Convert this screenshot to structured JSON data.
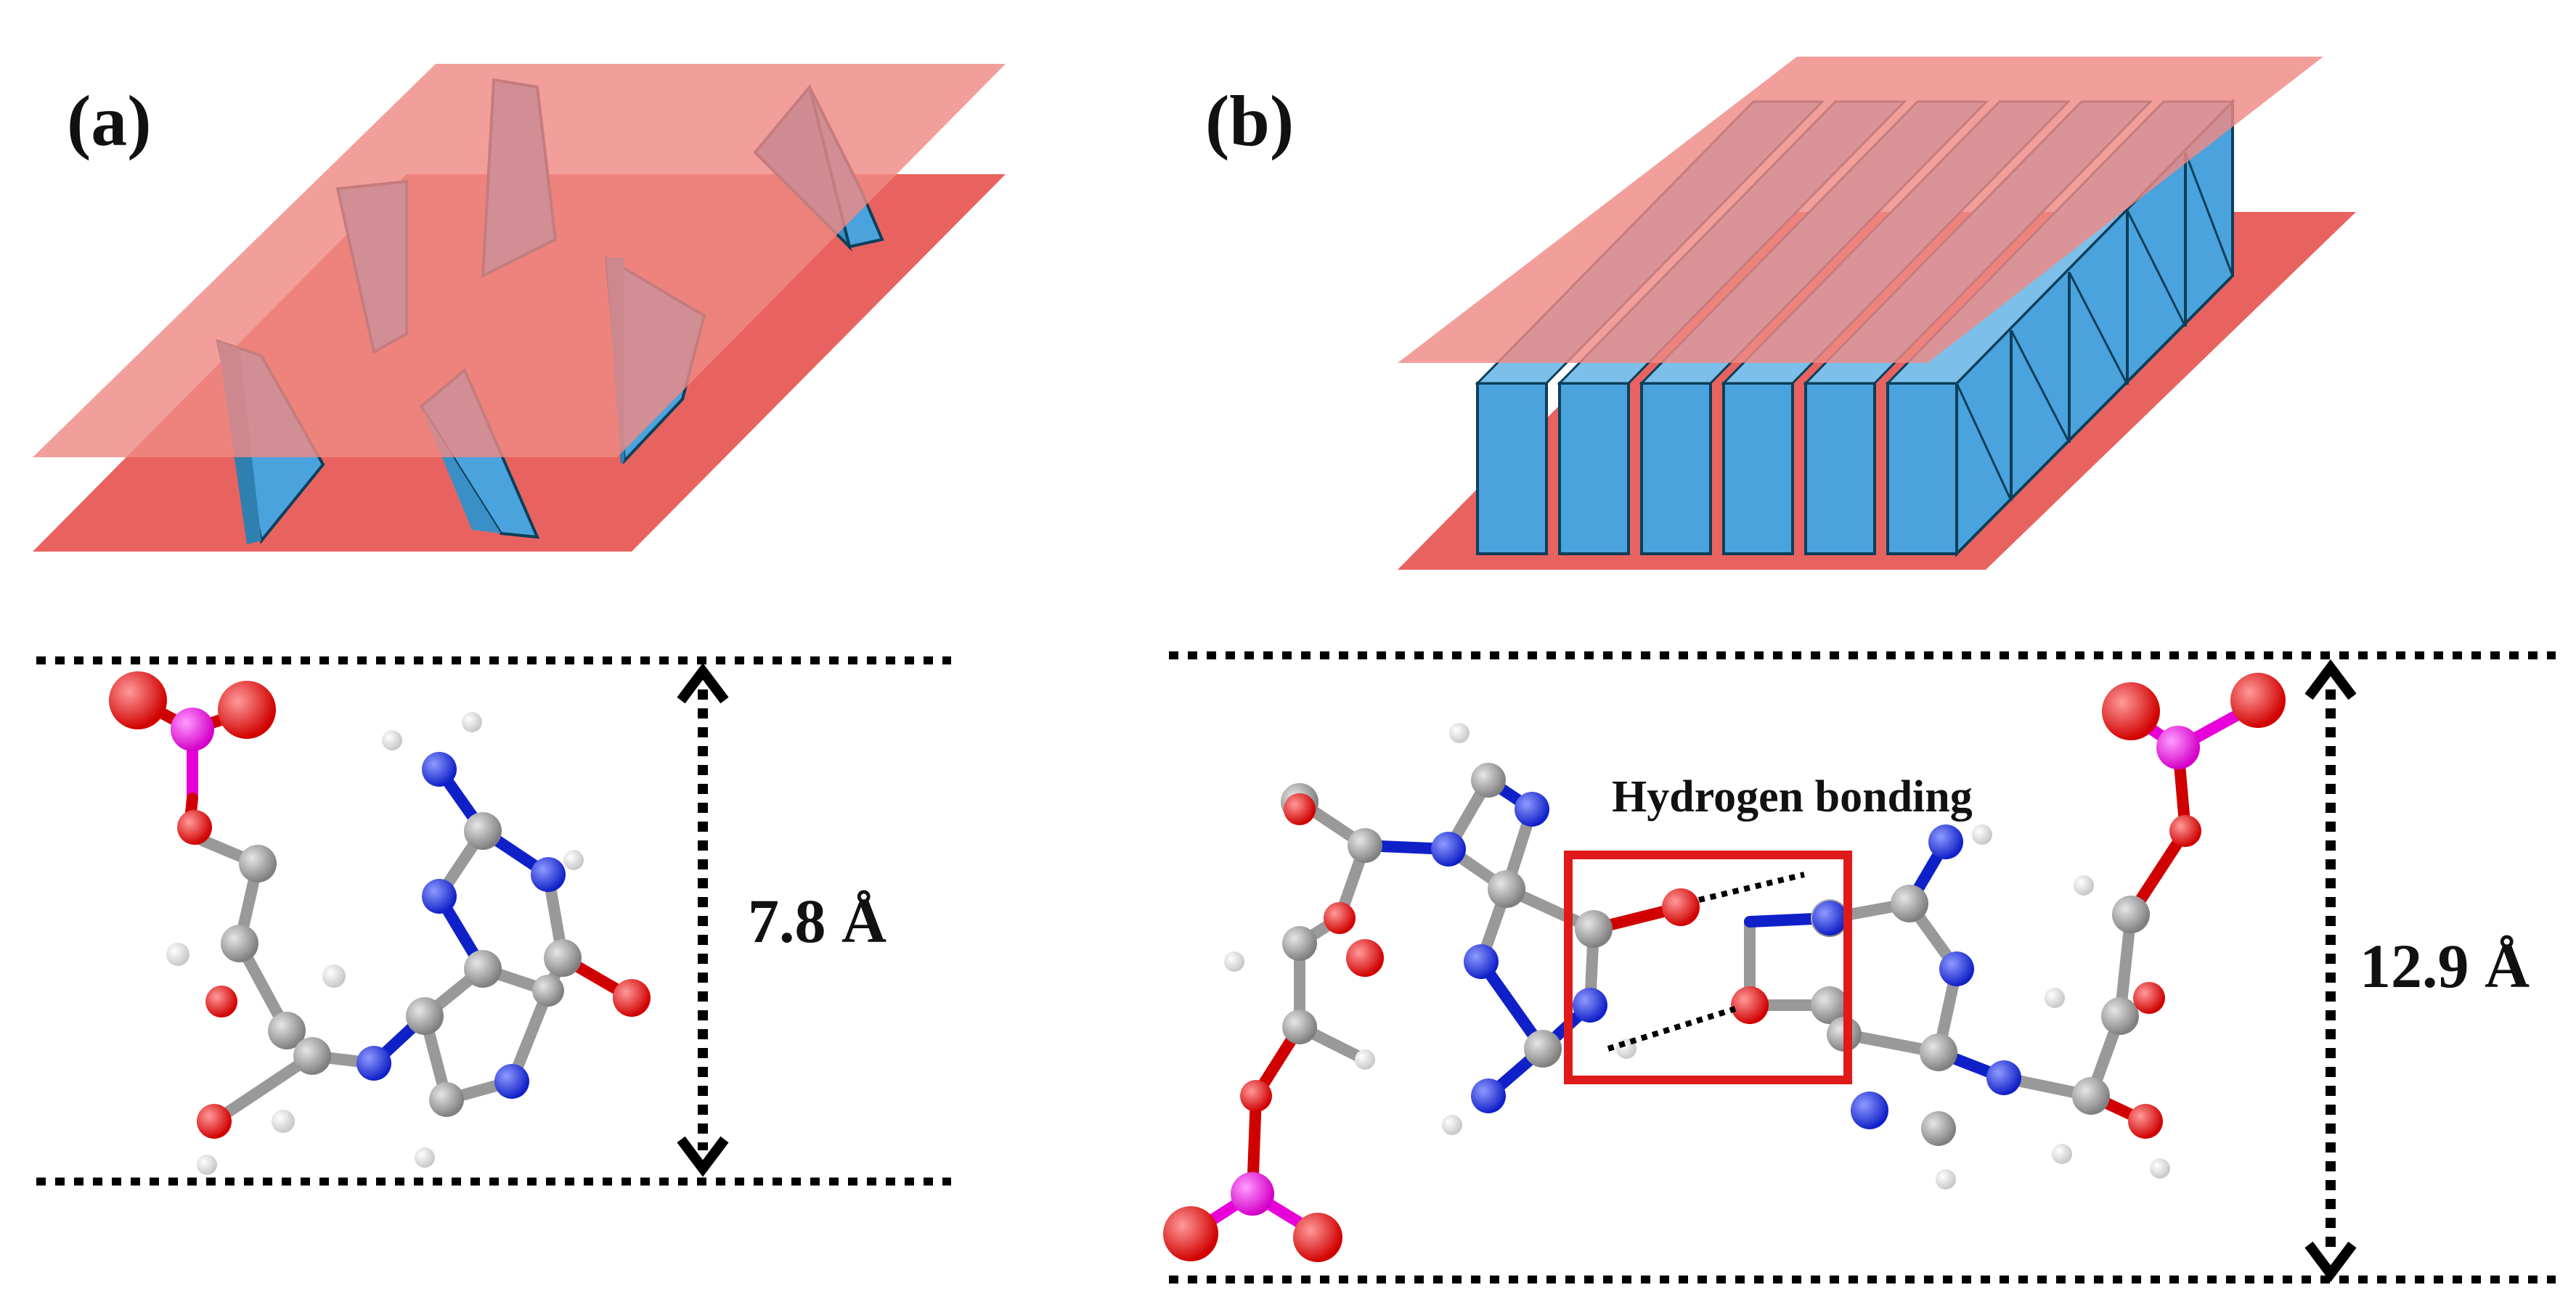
{
  "panels": [
    {
      "label": "(a)",
      "spacing_label": "7.8 Å"
    },
    {
      "label": "(b)",
      "spacing_label": "12.9 Å",
      "annotation": "Hydrogen bonding"
    }
  ],
  "colors": {
    "layer_top": "#ef8a85",
    "layer_bottom": "#e8635f",
    "molecule_face": "#4aa3dd",
    "molecule_edge": "#0c3f5a",
    "oxygen": "#e11a1a",
    "nitrogen": "#1f2fd8",
    "carbon": "#a6a6a6",
    "hydrogen": "#f2f2f2",
    "phosphorus": "#e800d8",
    "highlight_box": "#e01a1a"
  }
}
